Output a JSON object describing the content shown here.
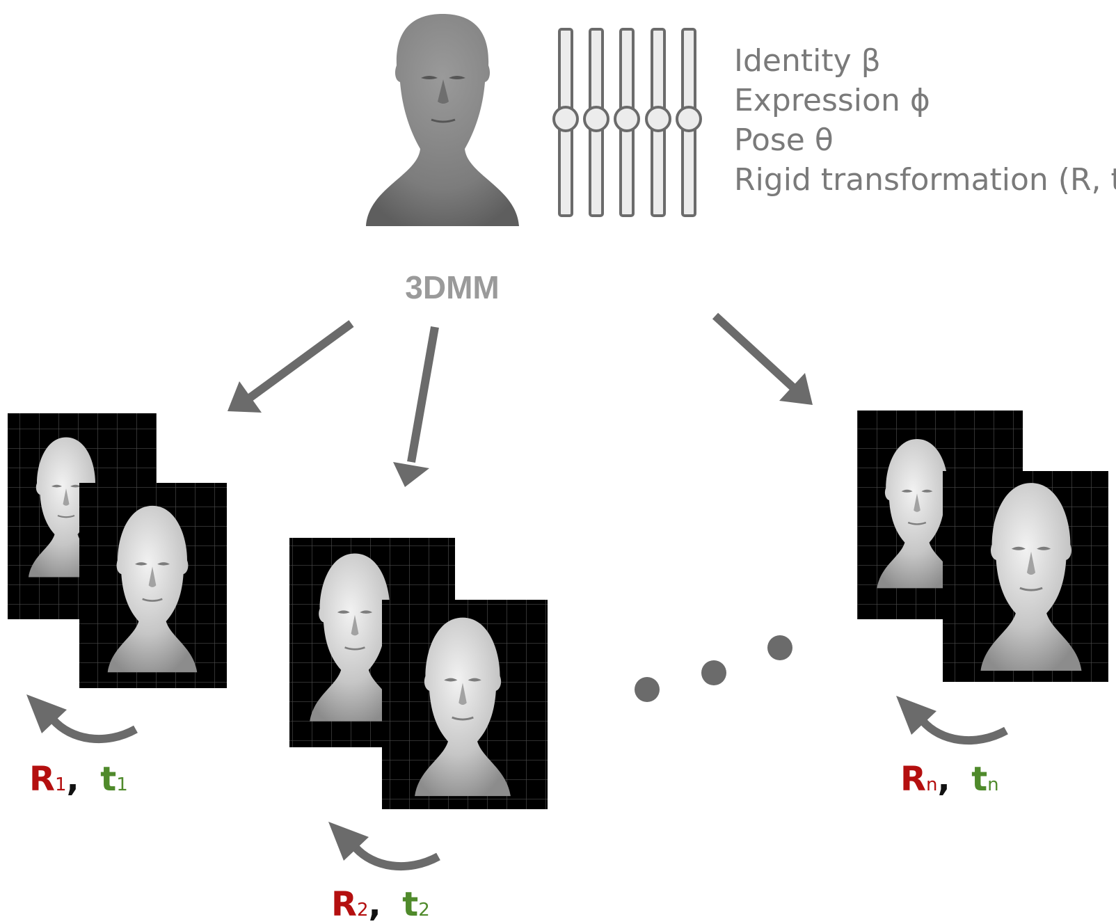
{
  "model": {
    "label": "3DMM",
    "params": [
      "Identity β",
      "Expression ϕ",
      "Pose θ",
      "Rigid transformation (R, t)"
    ]
  },
  "views": [
    {
      "R": "R",
      "R_sub": "1",
      "sep": ",",
      "t": "t",
      "t_sub": "1"
    },
    {
      "R": "R",
      "R_sub": "2",
      "sep": ",",
      "t": "t",
      "t_sub": "2"
    },
    {
      "R": "R",
      "R_sub": "n",
      "sep": ",",
      "t": "t",
      "t_sub": "n"
    }
  ],
  "colors": {
    "rotation": "#b40f0f",
    "translation": "#4f8a2b",
    "arrow": "#6b6b6b",
    "slider": "#6b6b6b"
  }
}
